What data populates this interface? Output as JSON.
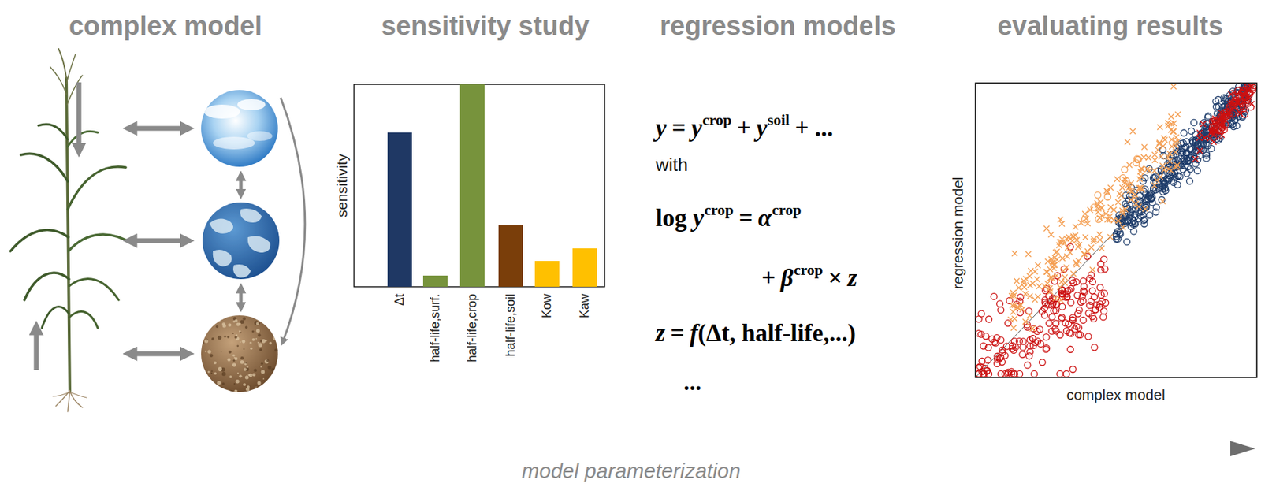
{
  "diagram": {
    "labels": [
      "complex model",
      "sensitivity study",
      "regression models",
      "evaluating results",
      "sensitivity",
      "Δt",
      "half-life,surf.",
      "half-life,crop",
      "half-life,soil",
      "Kow",
      "Kaw",
      "y",
      "=",
      "y",
      "crop",
      "+",
      "y",
      "soil",
      "+ ...",
      "with",
      "log",
      "y",
      "crop",
      "=",
      "α",
      "crop",
      "+",
      "β",
      "crop",
      "×",
      "z",
      "z",
      "=",
      "f",
      "(Δt, half-life,...)",
      "...",
      "regression model",
      "complex model",
      "model parameterization"
    ]
  }
}
